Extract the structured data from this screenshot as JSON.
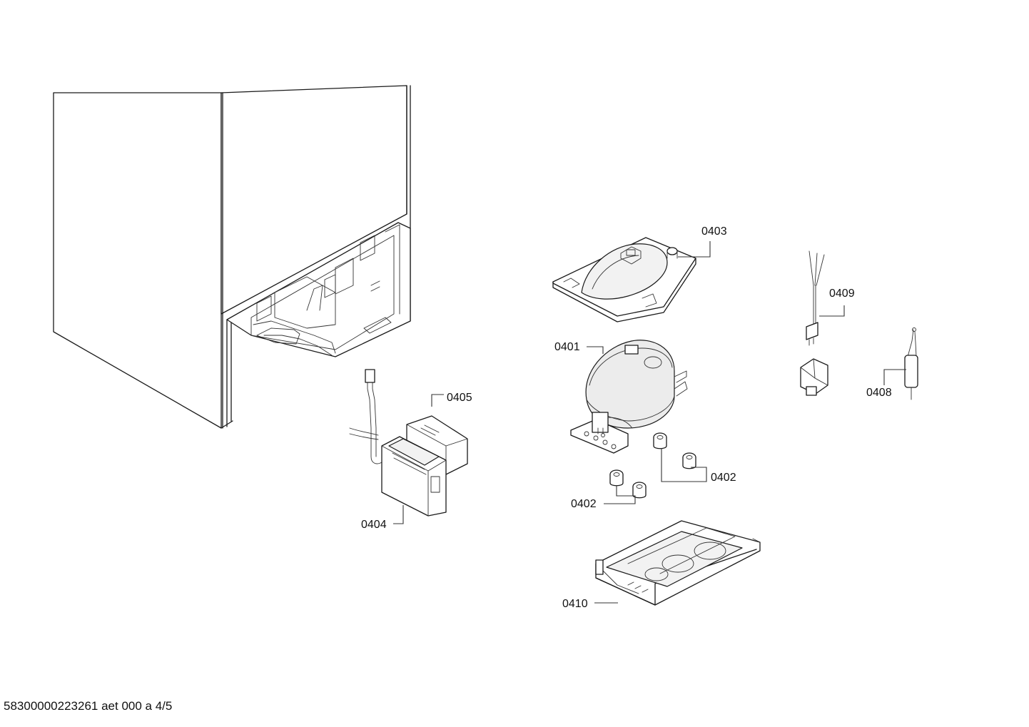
{
  "callouts": {
    "c0403": "0403",
    "c0409": "0409",
    "c0401": "0401",
    "c0408": "0408",
    "c0405": "0405",
    "c0402a": "0402",
    "c0402b": "0402",
    "c0404": "0404",
    "c0410": "0410"
  },
  "footer": {
    "doc_id": "58300000223261 aet 000 a 4/5"
  },
  "colors": {
    "line": "#1a1a1a",
    "background": "#ffffff"
  }
}
